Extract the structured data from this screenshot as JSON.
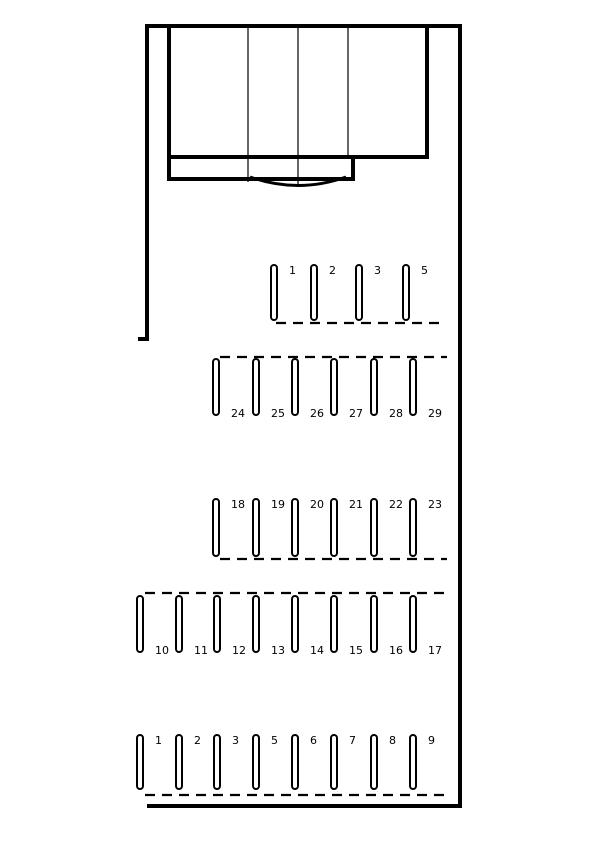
{
  "colors": {
    "line": "#000000",
    "background": "#ffffff"
  },
  "rows": [
    {
      "id": "top-row",
      "labels": [
        "1",
        "2",
        "3",
        "5"
      ],
      "label_side": "top"
    },
    {
      "id": "row-24-29",
      "labels": [
        "24",
        "25",
        "26",
        "27",
        "28",
        "29"
      ],
      "label_side": "bottom"
    },
    {
      "id": "row-18-23",
      "labels": [
        "18",
        "19",
        "20",
        "21",
        "22",
        "23"
      ],
      "label_side": "top"
    },
    {
      "id": "row-10-17",
      "labels": [
        "10",
        "11",
        "12",
        "13",
        "14",
        "15",
        "16",
        "17"
      ],
      "label_side": "bottom"
    },
    {
      "id": "bottom-row",
      "labels": [
        "1",
        "2",
        "3",
        "5",
        "6",
        "7",
        "8",
        "9"
      ],
      "label_side": "top"
    }
  ]
}
